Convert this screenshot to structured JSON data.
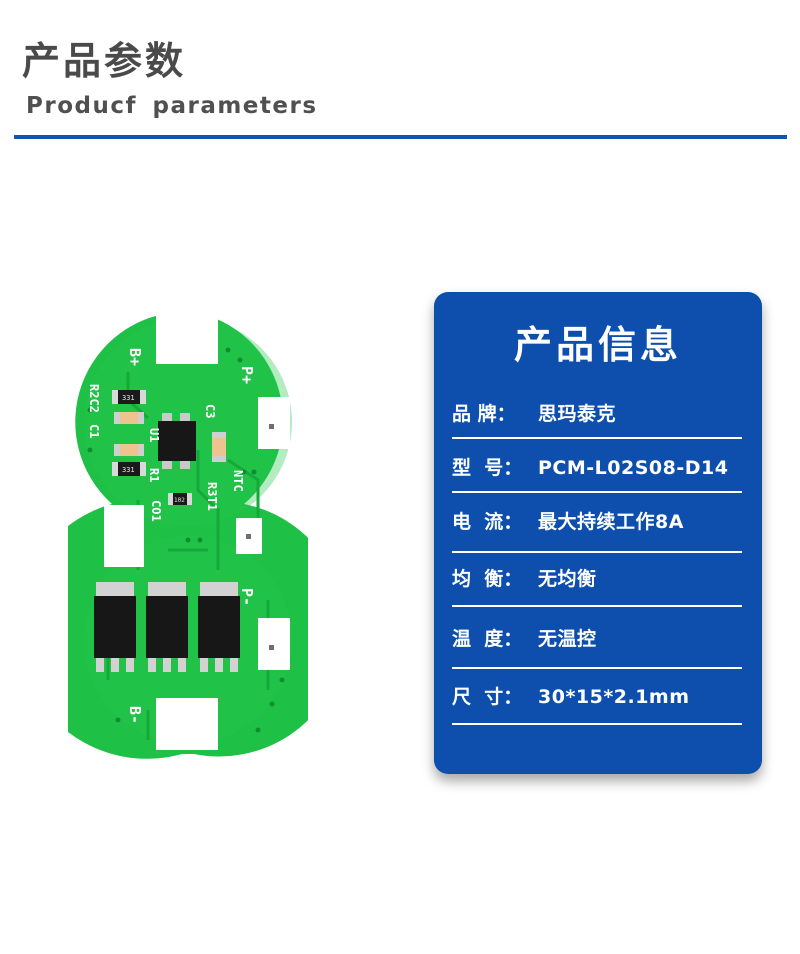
{
  "header": {
    "title_cn": "产品参数",
    "title_en": "Producf parameters",
    "accent_color": "#1453b0"
  },
  "board": {
    "silkscreen": {
      "b_plus": "B+",
      "p_plus": "P+",
      "r2c2": "R2C2",
      "c1": "C1",
      "c3": "C3",
      "u1": "U1",
      "r1": "R1",
      "ntc": "NTC",
      "r3t1": "R3T1",
      "co1": "CO1",
      "p_minus": "P-",
      "b_minus": "B-",
      "chip_331_a": "331",
      "chip_331_b": "331",
      "chip_102": "102"
    },
    "colors": {
      "pcb": "#1fc046",
      "pads": "#ffffff"
    }
  },
  "card": {
    "title": "产品信息",
    "color": "#0e4fad",
    "specs": [
      {
        "label": "品 牌：",
        "value": "思玛泰克"
      },
      {
        "label": "型  号：",
        "value": "PCM-L02S08-D14"
      },
      {
        "label": "电  流：",
        "value": "最大持续工作8A"
      },
      {
        "label": "均  衡：",
        "value": "无均衡"
      },
      {
        "label": "温  度：",
        "value": "无温控"
      },
      {
        "label": "尺  寸：",
        "value": "30*15*2.1mm"
      }
    ]
  }
}
